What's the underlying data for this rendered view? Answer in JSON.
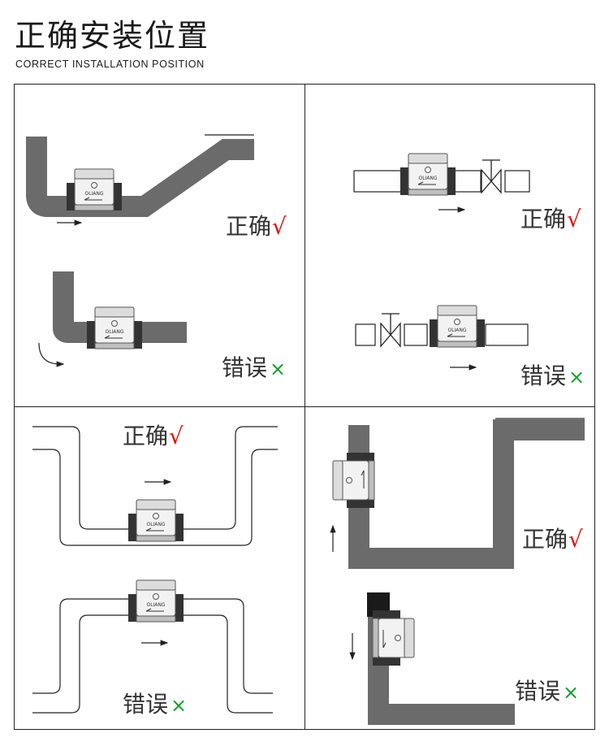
{
  "header": {
    "title": "正确安装位置",
    "subtitle": "CORRECT INSTALLATION POSITION"
  },
  "marks": {
    "correct_text": "正确",
    "correct_mark": "√",
    "wrong_text": "错误",
    "wrong_mark": "×"
  },
  "device": {
    "logo": "OLIANG"
  },
  "colors": {
    "pipe_gray": "#6b6b6b",
    "pipe_dark": "#444444",
    "correct_mark": "#e01010",
    "wrong_mark": "#139e2c"
  }
}
